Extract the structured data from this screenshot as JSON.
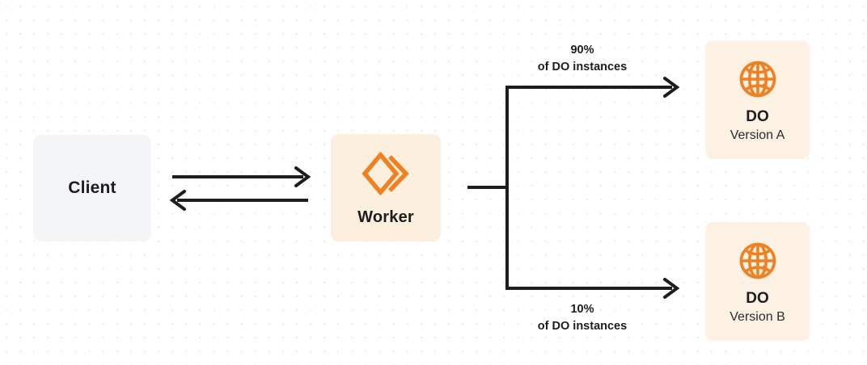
{
  "diagram": {
    "nodes": {
      "client": {
        "title": "Client",
        "icon": ""
      },
      "worker": {
        "title": "Worker",
        "icon": "cloudflare-workers-icon"
      },
      "do_a": {
        "title": "DO",
        "subtitle": "Version A",
        "icon": "globe-icon"
      },
      "do_b": {
        "title": "DO",
        "subtitle": "Version B",
        "icon": "globe-icon"
      }
    },
    "edges": {
      "client_to_worker": {
        "direction": "right",
        "label": ""
      },
      "worker_to_client": {
        "direction": "left",
        "label": ""
      },
      "worker_to_do_a": {
        "percent": "90%",
        "caption": "of DO instances"
      },
      "worker_to_do_b": {
        "percent": "10%",
        "caption": "of DO instances"
      }
    },
    "colors": {
      "accent": "#ef8122",
      "worker_box": "#fdefdd",
      "do_box": "#fdf1e3",
      "client_box": "#f4f5f6",
      "line": "#1d1d1f",
      "text": "#1d1d1f",
      "dot_grid": "#e9e9ec"
    }
  }
}
